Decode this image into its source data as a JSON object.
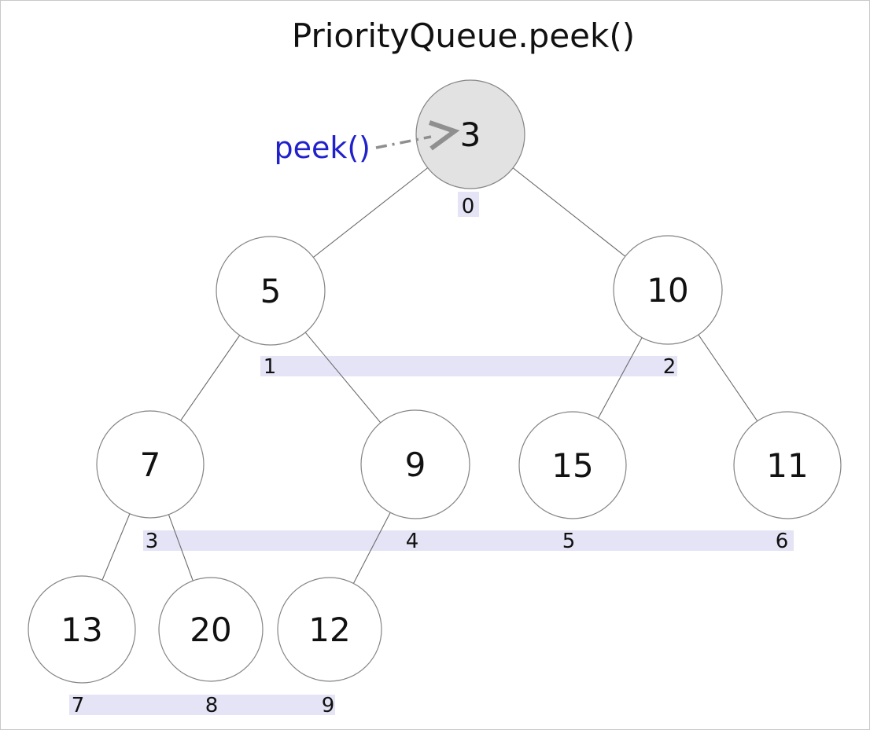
{
  "title": "PriorityQueue.peek()",
  "annotation": {
    "label": "peek()",
    "points_to_value": "3"
  },
  "colors": {
    "accent": "#2121cc",
    "band": "#e4e4f6",
    "root_fill": "#e2e2e2",
    "node_fill": "#ffffff",
    "node_stroke": "#848484",
    "edge": "#6b6b6b",
    "text": "#111111",
    "arrow": "#8f8f8f"
  },
  "heap": {
    "array": [
      "3",
      "5",
      "10",
      "7",
      "9",
      "15",
      "11",
      "13",
      "20",
      "12"
    ],
    "nodes": [
      {
        "value": "3",
        "index": "0",
        "highlighted": true
      },
      {
        "value": "5",
        "index": "1",
        "highlighted": false
      },
      {
        "value": "10",
        "index": "2",
        "highlighted": false
      },
      {
        "value": "7",
        "index": "3",
        "highlighted": false
      },
      {
        "value": "9",
        "index": "4",
        "highlighted": false
      },
      {
        "value": "15",
        "index": "5",
        "highlighted": false
      },
      {
        "value": "11",
        "index": "6",
        "highlighted": false
      },
      {
        "value": "13",
        "index": "7",
        "highlighted": false
      },
      {
        "value": "20",
        "index": "8",
        "highlighted": false
      },
      {
        "value": "12",
        "index": "9",
        "highlighted": false
      }
    ],
    "edges": [
      [
        "0",
        "1"
      ],
      [
        "0",
        "2"
      ],
      [
        "1",
        "3"
      ],
      [
        "1",
        "4"
      ],
      [
        "2",
        "5"
      ],
      [
        "2",
        "6"
      ],
      [
        "3",
        "7"
      ],
      [
        "3",
        "8"
      ],
      [
        "4",
        "9"
      ]
    ]
  }
}
